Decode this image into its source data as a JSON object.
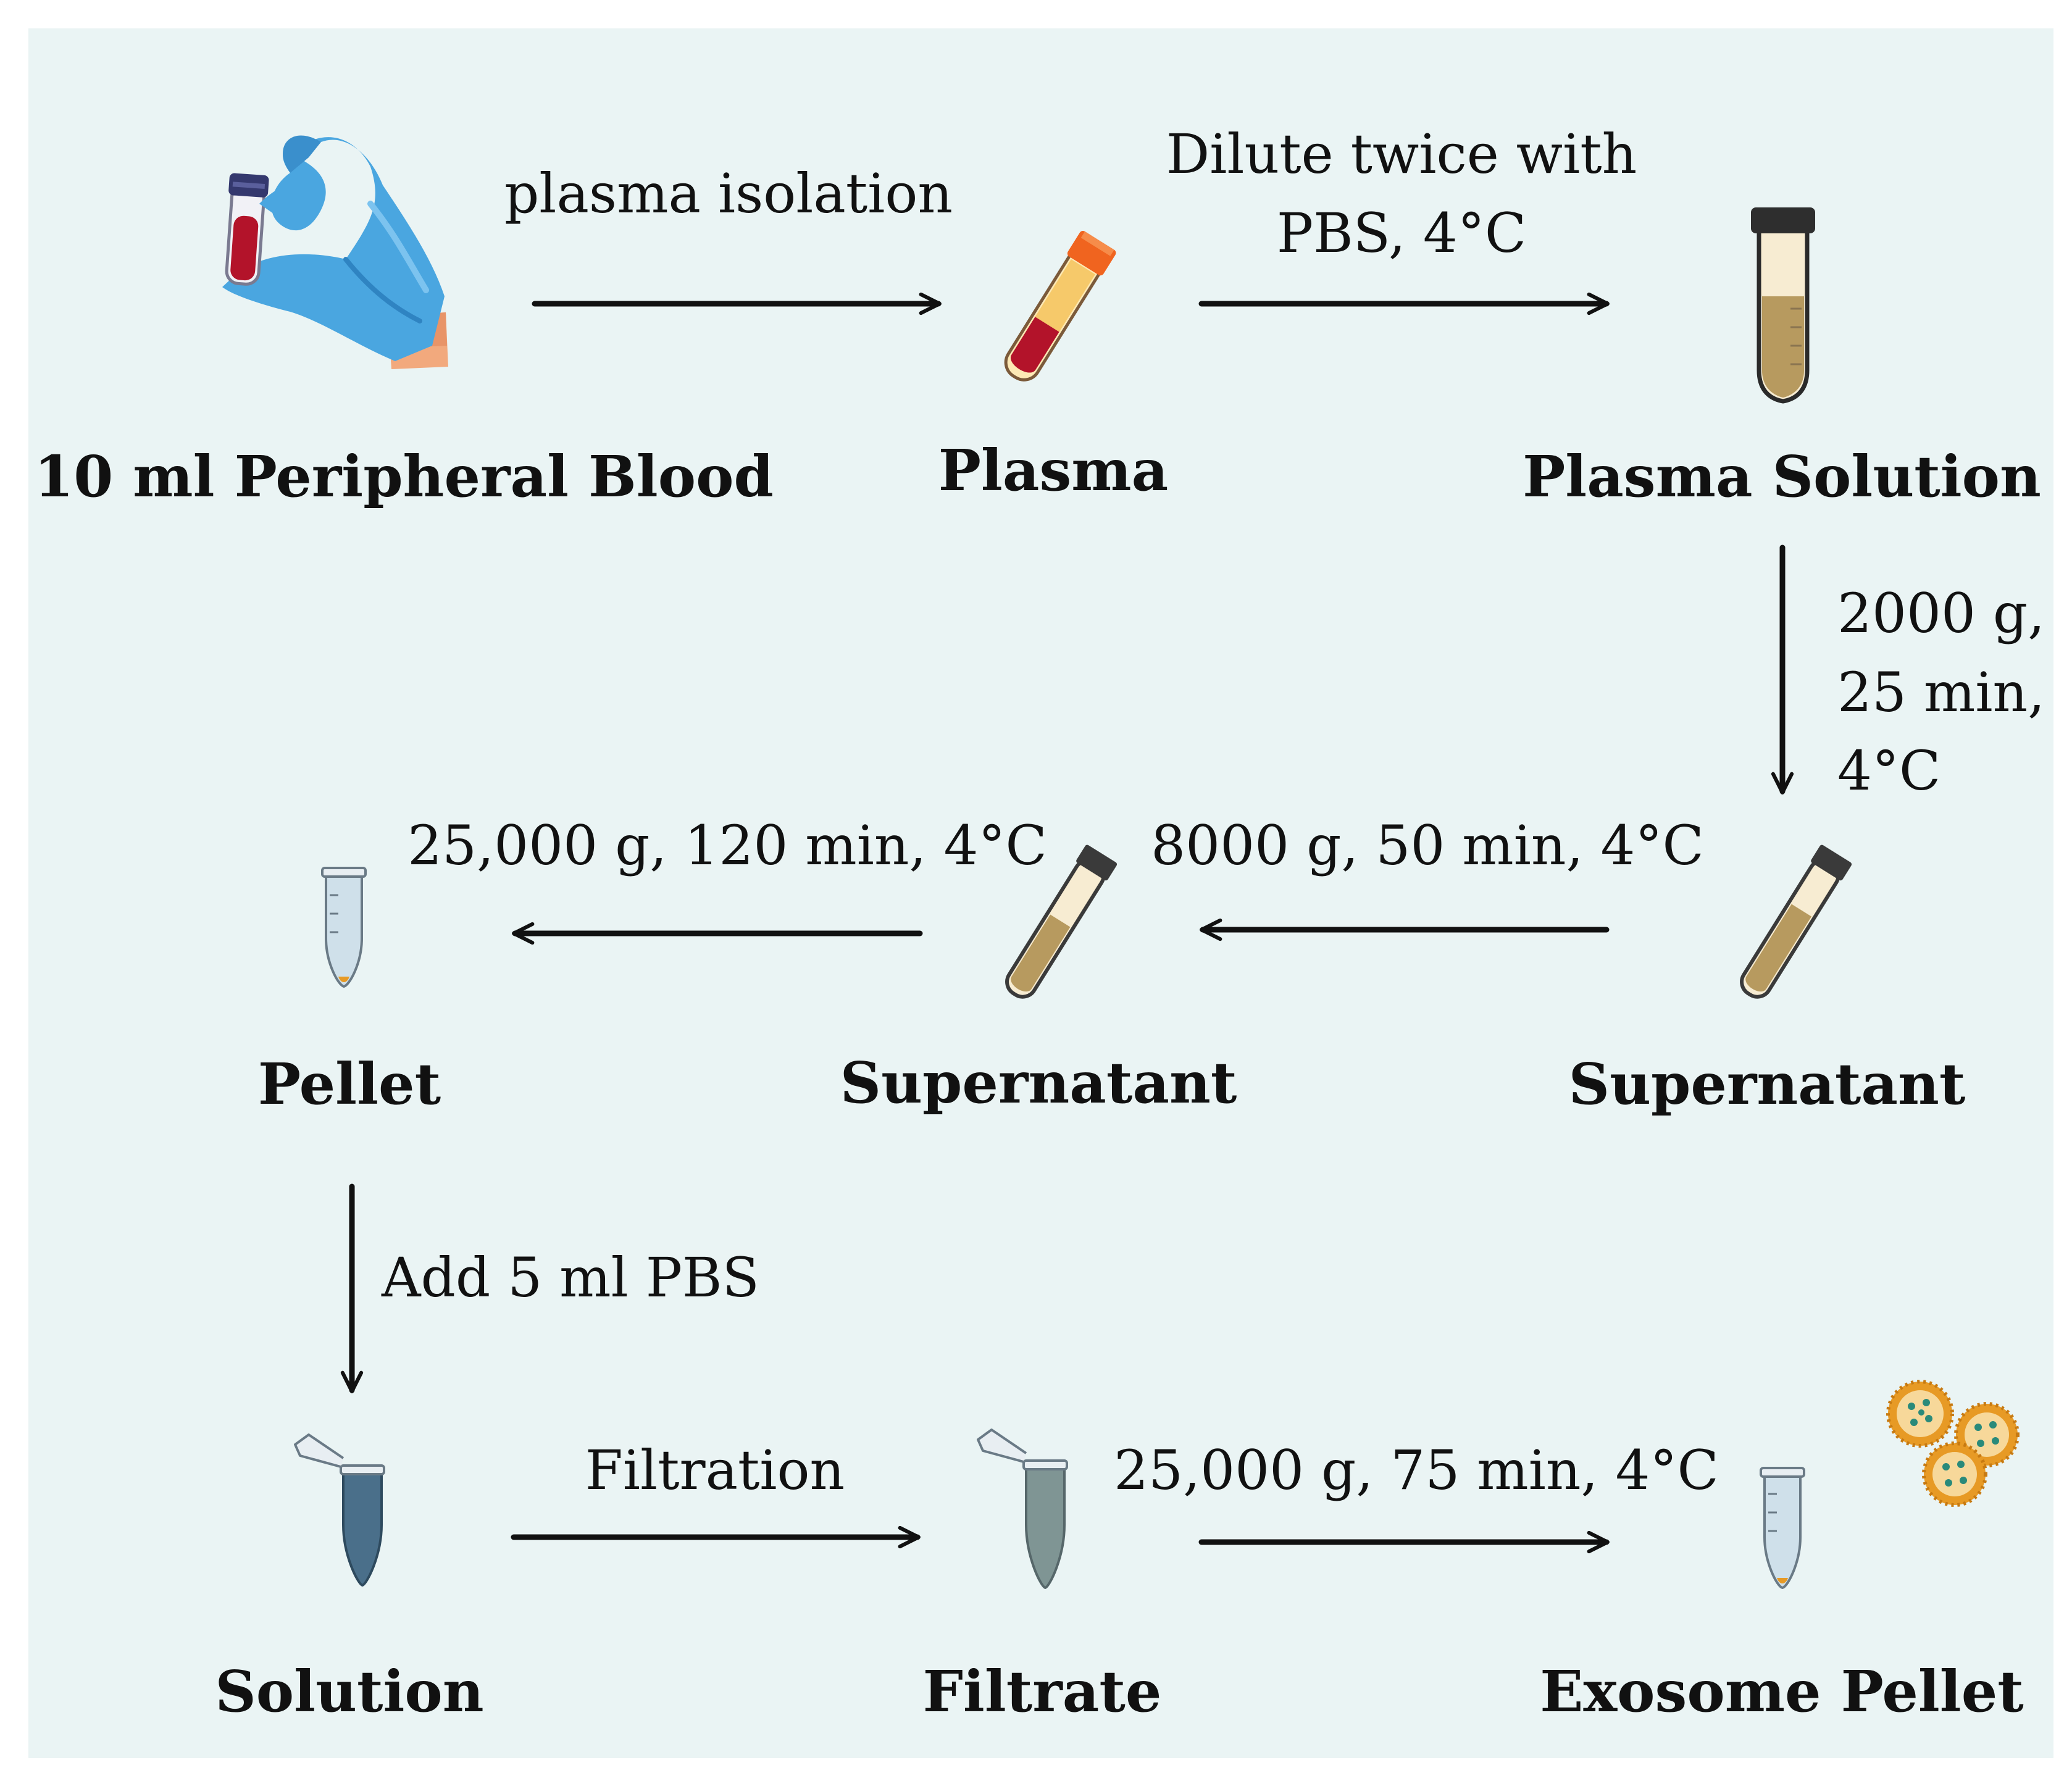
{
  "diagram": {
    "nodes": {
      "blood": "10 ml Peripheral Blood",
      "plasma": "Plasma",
      "plasma_solution": "Plasma Solution",
      "supernatant_1": "Supernatant",
      "supernatant_2": "Supernatant",
      "pellet": "Pellet",
      "solution": "Solution",
      "filtrate": "Filtrate",
      "exosome_pellet": "Exosome Pellet"
    },
    "steps": {
      "plasma_isolation": "plasma isolation",
      "dilute_line1": "Dilute twice with",
      "dilute_line2": "PBS, 4°C",
      "spin1_line1": "2000 g,",
      "spin1_line2": "25 min,",
      "spin1_line3": "4°C",
      "spin2": "8000 g, 50 min, 4°C",
      "spin3": "25,000 g, 120 min, 4°C",
      "add_pbs": "Add 5 ml PBS",
      "filtration": "Filtration",
      "spin4": "25,000 g, 75 min, 4°C"
    }
  },
  "colors": {
    "background": "#eaf4f4",
    "glove": "#4aa6e0",
    "blood": "#b3132a",
    "plasma_fluid": "#b79a5f",
    "exosome": "#e79a25",
    "arrow": "#111111"
  },
  "icons": [
    "gloved-hand-holding-blood-tube-icon",
    "plasma-tube-icon",
    "falcon-tube-icon",
    "tilted-tube-icon",
    "microtube-icon",
    "open-eppendorf-icon",
    "exosome-vesicles-icon"
  ]
}
